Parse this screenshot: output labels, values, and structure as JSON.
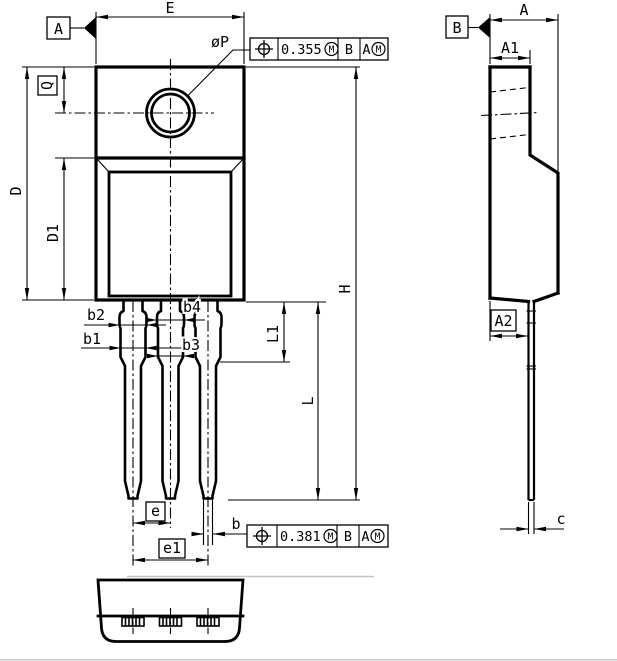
{
  "datum_flags": {
    "a": "A",
    "b": "B"
  },
  "front_view": {
    "dims": {
      "E": "E",
      "D": "D",
      "D1": "D1",
      "Q": "Q",
      "holeDia": "øP",
      "b1": "b1",
      "b2": "b2",
      "b3": "b3",
      "b4": "b4",
      "L": "L",
      "L1": "L1",
      "H": "H",
      "e": "e",
      "e1": "e1",
      "b": "b"
    }
  },
  "side_view": {
    "dims": {
      "A": "A",
      "A1": "A1",
      "A2": "A2",
      "c": "c"
    }
  },
  "fcf_top": {
    "tolerance": "0.355",
    "tolerance_modifier": "M",
    "datum_1": "B",
    "datum_2": "A",
    "datum_2_modifier": "M"
  },
  "fcf_bottom": {
    "tolerance": "0.381",
    "tolerance_modifier": "M",
    "datum_1": "B",
    "datum_2": "A",
    "datum_2_modifier": "M"
  }
}
